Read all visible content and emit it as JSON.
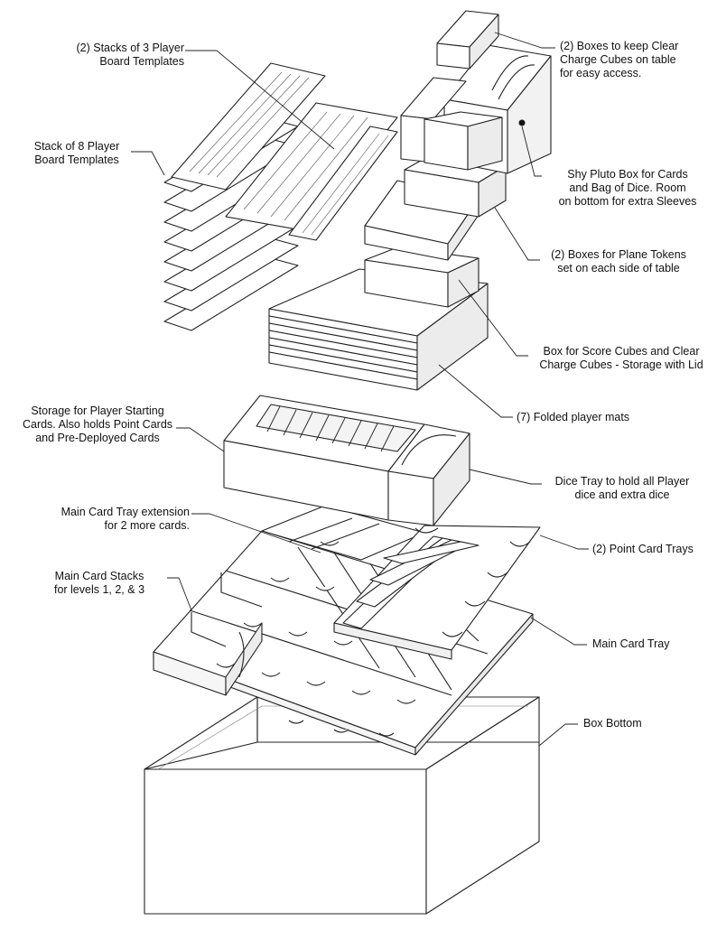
{
  "labels": {
    "player_board_stacks": [
      "(2) Stacks of 3 Player",
      "Board Templates"
    ],
    "player_board_stack8": [
      "Stack of 8 Player",
      "Board Templates"
    ],
    "clear_cube_boxes": [
      "(2) Boxes to keep Clear",
      "Charge Cubes on table",
      "for easy access."
    ],
    "shy_pluto_box": [
      "Shy Pluto Box for Cards",
      "and Bag of Dice.  Room",
      "on bottom for extra Sleeves"
    ],
    "plane_token_boxes": [
      "(2) Boxes for Plane Tokens",
      "set on each side of table"
    ],
    "score_cube_box": [
      "Box for Score Cubes and Clear",
      "Charge Cubes - Storage with Lid"
    ],
    "player_mats": [
      "(7) Folded player mats"
    ],
    "starting_cards_storage": [
      "Storage for Player Starting",
      "Cards. Also holds Point Cards",
      "and Pre-Deployed Cards"
    ],
    "dice_tray": [
      "Dice Tray to hold all Player",
      "dice and extra dice"
    ],
    "card_tray_extension": [
      "Main Card Tray extension",
      "for 2 more cards."
    ],
    "point_card_trays": [
      "(2) Point Card Trays"
    ],
    "main_card_stacks": [
      "Main Card Stacks",
      "for levels 1, 2, & 3"
    ],
    "main_card_tray": [
      "Main Card Tray"
    ],
    "box_bottom": [
      "Box Bottom"
    ]
  },
  "colors": {
    "line": "#222222",
    "face": "#ffffff",
    "shade": "#f0f0f0"
  }
}
